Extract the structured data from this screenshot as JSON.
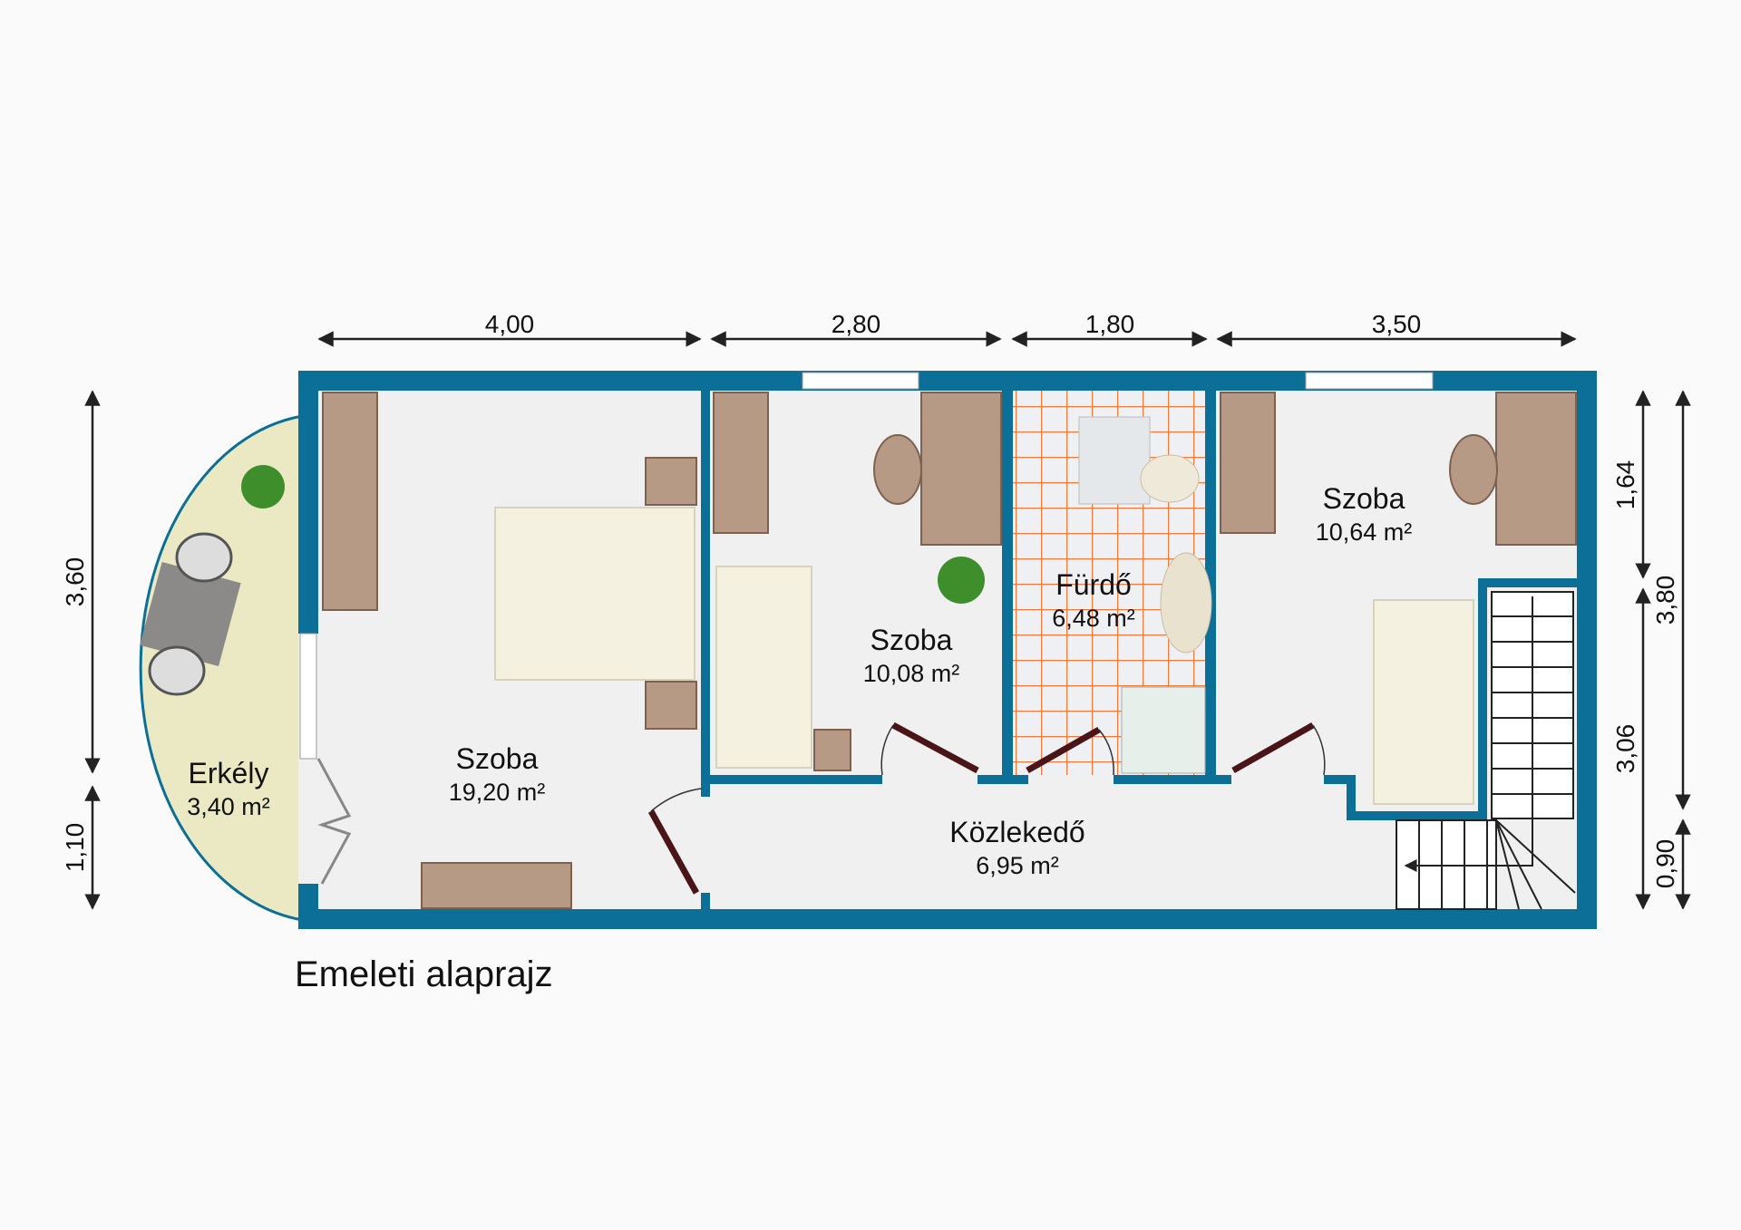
{
  "title": "Emeleti alaprajz",
  "colors": {
    "wall": "#0b6f97",
    "balcony": "#ebe9c3",
    "floor": "#f0f0f0",
    "tile_grid": "#f07a3a",
    "door": "#4a1518"
  },
  "dimensions": {
    "top": [
      "4,00",
      "2,80",
      "1,80",
      "3,50"
    ],
    "left": [
      "3,60",
      "1,10"
    ],
    "right_inner": [
      "1,64",
      "3,06"
    ],
    "right_outer": [
      "3,80",
      "0,90"
    ]
  },
  "rooms": {
    "balcony": {
      "name": "Erkély",
      "area": "3,40 m²"
    },
    "bedroom_large": {
      "name": "Szoba",
      "area": "19,20 m²"
    },
    "bedroom_middle": {
      "name": "Szoba",
      "area": "10,08 m²"
    },
    "bathroom": {
      "name": "Fürdő",
      "area": "6,48 m²"
    },
    "bedroom_right": {
      "name": "Szoba",
      "area": "10,64 m²"
    },
    "corridor": {
      "name": "Közlekedő",
      "area": "6,95 m²"
    }
  }
}
